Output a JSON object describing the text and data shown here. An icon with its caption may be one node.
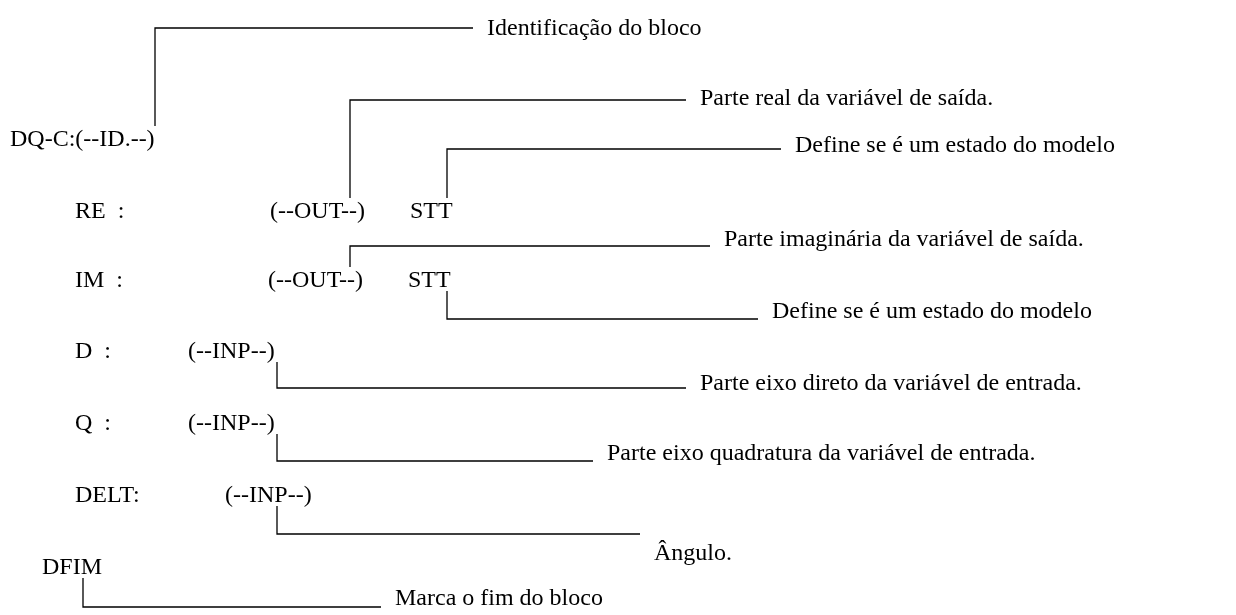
{
  "diagram": {
    "nodes": [
      {
        "text": [
          "DQ-C:(--ID.--)"
        ]
      },
      {
        "text": [
          "Identificação do bloco"
        ]
      },
      {
        "text": [
          "(--OUT--)"
        ]
      },
      {
        "text": [
          "STT"
        ]
      },
      {
        "text": [
          "Parte real da variável de saída."
        ]
      },
      {
        "text": [
          "Define se é um estado do modelo"
        ]
      },
      {
        "text": [
          "(--OUT--)"
        ]
      },
      {
        "text": [
          "STT"
        ]
      },
      {
        "text": [
          "Parte imaginária da variável de saída."
        ]
      },
      {
        "text": [
          "Define se é um estado do modelo"
        ]
      },
      {
        "text": [
          "(--INP--)"
        ]
      },
      {
        "text": [
          "Parte eixo direto da variável de entrada."
        ]
      },
      {
        "text": [
          "(--INP--)"
        ]
      },
      {
        "text": [
          "Parte eixo quadratura da variável de entrada."
        ]
      },
      {
        "text": [
          "(--INP--)"
        ]
      },
      {
        "text": [
          "Ângulo."
        ]
      },
      {
        "text": [
          "DFIM"
        ]
      },
      {
        "text": [
          "Marca o fim do bloco"
        ]
      }
    ],
    "edges": [
      {
        "from": 1,
        "to": 0,
        "arrow": "none"
      },
      {
        "from": 4,
        "to": 2,
        "arrow": "none"
      },
      {
        "from": 5,
        "to": 3,
        "arrow": "none"
      },
      {
        "from": 8,
        "to": 6,
        "arrow": "none"
      },
      {
        "from": 9,
        "to": 7,
        "arrow": "none"
      },
      {
        "from": 11,
        "to": 10,
        "arrow": "none"
      },
      {
        "from": 13,
        "to": 12,
        "arrow": "none"
      },
      {
        "from": 15,
        "to": 14,
        "arrow": "none"
      },
      {
        "from": 17,
        "to": 16,
        "arrow": "none"
      }
    ],
    "labels": [
      "RE  :",
      "IM  :",
      "D  :",
      "Q  :",
      "DELT:"
    ]
  }
}
